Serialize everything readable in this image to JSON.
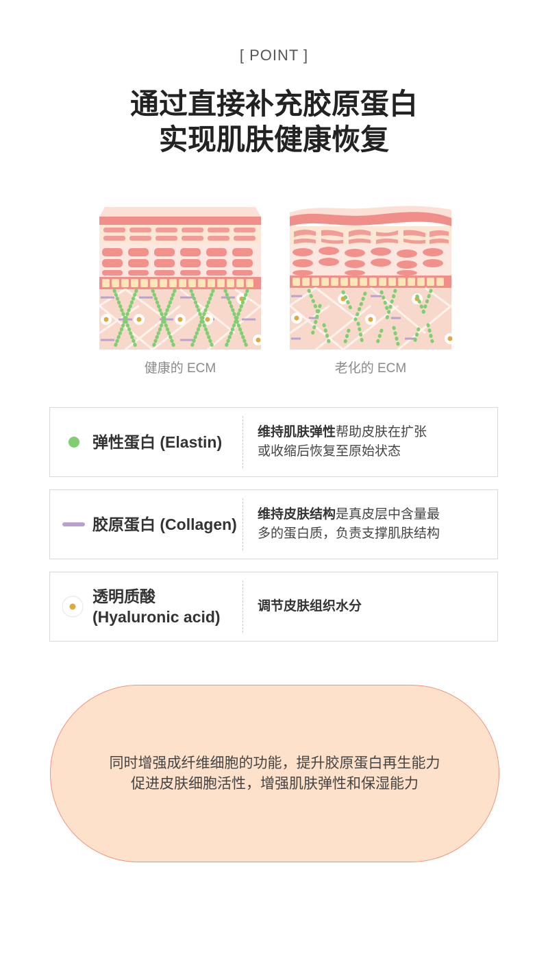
{
  "header": {
    "point_label": "[ POINT ]",
    "title_line1": "通过直接补充胶原蛋白",
    "title_line2": "实现肌肤健康恢复"
  },
  "illustrations": {
    "healthy_caption": "健康的 ECM",
    "aged_caption": "老化的 ECM"
  },
  "legend": [
    {
      "icon": "elastin-dot-icon",
      "color": "#7fcf72",
      "name": "弹性蛋白 (Elastin)",
      "desc_bold": "维持肌肤弹性",
      "desc_rest_line1": "帮助皮肤在扩张",
      "desc_line2": "或收缩后恢复至原始状态"
    },
    {
      "icon": "collagen-line-icon",
      "color": "#b9a2d0",
      "name": "胶原蛋白 (Collagen)",
      "desc_bold": "维持皮肤结构",
      "desc_rest_line1": "是真皮层中含量最",
      "desc_line2": "多的蛋白质，负责支撑肌肤结构"
    },
    {
      "icon": "hyaluronic-dot-icon",
      "color": "#e0a93e",
      "name_line1": "透明质酸",
      "name_line2": "(Hyaluronic acid)",
      "desc_bold": "调节皮肤组织水分"
    }
  ],
  "summary": {
    "line1": "同时增强成纤维细胞的功能，提升胶原蛋白再生能力",
    "line2": "促进皮肤细胞活性，增强肌肤弹性和保湿能力"
  }
}
